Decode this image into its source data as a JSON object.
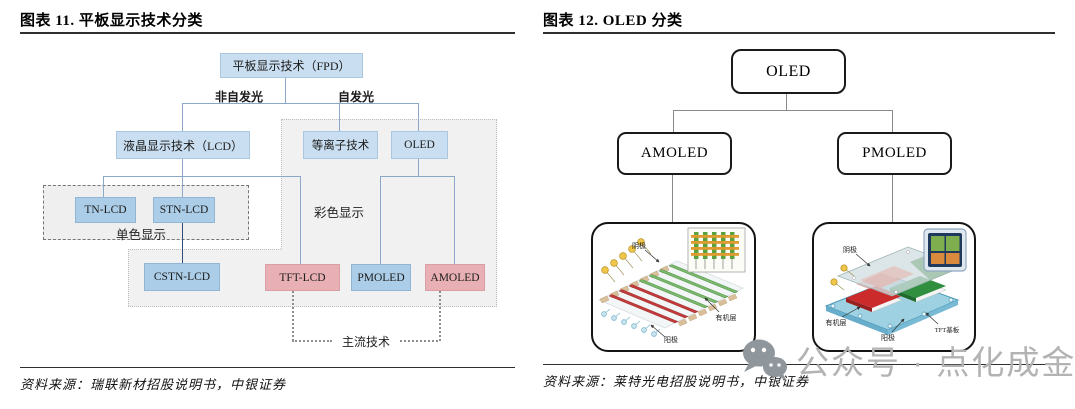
{
  "fig11": {
    "title": "图表 11. 平板显示技术分类",
    "source": "资料来源：瑞联新材招股说明书，中银证券",
    "nodes": {
      "fpd": "平板显示技术（FPD）",
      "lcd": "液晶显示技术（LCD）",
      "plasma": "等离子技术",
      "oled": "OLED",
      "tn": "TN-LCD",
      "stn": "STN-LCD",
      "cstn": "CSTN-LCD",
      "tft": "TFT-LCD",
      "pmoled": "PMOLED",
      "amoled": "AMOLED"
    },
    "branch_labels": {
      "non_self_luminous": "非自发光",
      "self_luminous": "自发光"
    },
    "group_labels": {
      "monochrome": "单色显示",
      "color": "彩色显示",
      "mainstream": "主流技术"
    }
  },
  "fig12": {
    "title": "图表 12. OLED 分类",
    "source": "资料来源：莱特光电招股说明书，中银证券",
    "nodes": {
      "oled": "OLED",
      "amoled": "AMOLED",
      "pmoled": "PMOLED"
    },
    "pmoled_illustration": {
      "cathode": "阴极",
      "organic_layer": "有机层",
      "anode": "阳极"
    },
    "amoled_illustration": {
      "cathode": "阴极",
      "organic_layer": "有机层",
      "anode": "阳极",
      "tft_substrate": "TFT基板"
    }
  },
  "watermark": {
    "text": "公众号 · 点化成金",
    "icon": "wechat-icon"
  },
  "colors": {
    "node_blue_light": "#c9def0",
    "node_blue": "#abcde7",
    "node_pink": "#e8b0b4",
    "panel_gray": "#f1f1f1",
    "connector_blue": "#8ba8c6",
    "connector_dark": "#2e4d78",
    "outline_black": "#1a1a1a",
    "watermark_gray": "#b3b3b3"
  }
}
